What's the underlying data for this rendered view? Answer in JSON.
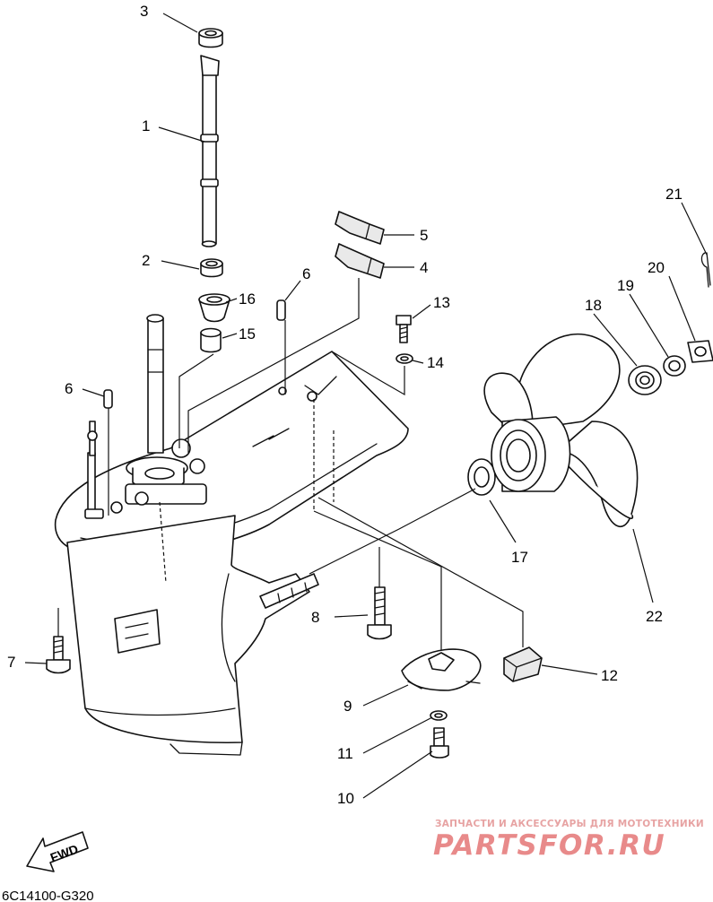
{
  "callouts": {
    "c1": "1",
    "c2": "2",
    "c3": "3",
    "c4": "4",
    "c5": "5",
    "c6a": "6",
    "c6b": "6",
    "c7": "7",
    "c8": "8",
    "c9": "9",
    "c10": "10",
    "c11": "11",
    "c12": "12",
    "c13": "13",
    "c14": "14",
    "c15": "15",
    "c16": "16",
    "c17": "17",
    "c18": "18",
    "c19": "19",
    "c20": "20",
    "c21": "21",
    "c22": "22"
  },
  "fwd_label": "FWD",
  "diagram_code": "6C14100-G320",
  "watermark": {
    "tagline": "ЗАПЧАСТИ И АКСЕССУАРЫ ДЛЯ МОТОТЕХНИКИ",
    "brand": "PARTSFOR.RU"
  },
  "colors": {
    "line": "#111111",
    "watermark": "#e88a8a"
  }
}
